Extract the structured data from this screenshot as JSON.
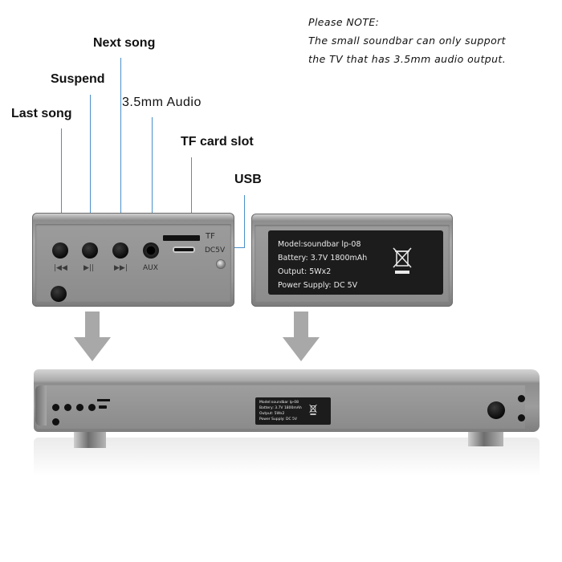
{
  "note": {
    "line1": "Please NOTE:",
    "line2": "The small soundbar can only support",
    "line3": "the TV that has 3.5mm audio output."
  },
  "callouts": {
    "next_song": "Next song",
    "suspend": "Suspend",
    "last_song": "Last song",
    "audio": "3.5mm Audio",
    "tf_slot": "TF card slot",
    "usb": "USB"
  },
  "left_panel": {
    "aux_label": "AUX",
    "tf_label": "TF",
    "dc_label": "DC5V"
  },
  "right_panel": {
    "model": "Model:soundbar lp-08",
    "battery": "Battery: 3.7V 1800mAh",
    "output": "Output: 5Wx2",
    "power": "Power Supply: DC 5V"
  },
  "bar_plate": {
    "model": "Model:soundbar lp-08",
    "battery": "Battery: 3.7V 1800mAh",
    "output": "Output: 5Wx2",
    "power": "Power Supply: DC 5V"
  },
  "colors": {
    "callout_line": "#4a90c8",
    "arrow": "#a8a8a8",
    "body_gray": "#9a9a9a",
    "label_black": "#1c1c1c"
  }
}
